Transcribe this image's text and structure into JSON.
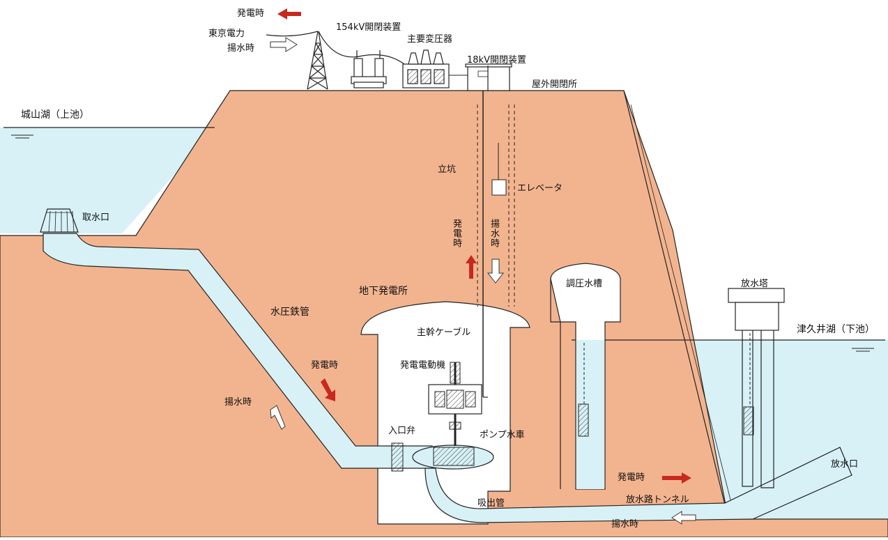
{
  "labels": {
    "hatsuden_top": "発電時",
    "tokyo_power": "東京電力",
    "yousui_top": "揚水時",
    "switchgear_154": "154kV開閉装置",
    "main_transformer": "主要変圧器",
    "switchgear_18": "18kV開閉装置",
    "outdoor_switchyard": "屋外開閉所",
    "upper_lake": "城山湖（上池）",
    "intake": "取水口",
    "shaft": "立坑",
    "elevator": "エレベータ",
    "hatsuden_shaft": "発電時",
    "yousui_shaft": "揚水時",
    "underground_plant": "地下発電所",
    "penstock": "水圧鉄管",
    "main_cable": "主幹ケーブル",
    "generator_motor": "発電電動機",
    "hatsuden_penstock": "発電時",
    "yousui_penstock": "揚水時",
    "inlet_valve": "入口弁",
    "pump_turbine": "ポンプ水車",
    "surge_tank": "調圧水槽",
    "outlet_tower": "放水塔",
    "lower_lake": "津久井湖（下池）",
    "outlet": "放水口",
    "hatsuden_tailrace": "発電時",
    "draft_tube": "吸出管",
    "tailrace_tunnel": "放水路トンネル",
    "yousui_tailrace": "揚水時"
  },
  "colors": {
    "ground": "#f2b48f",
    "water": "#d7f1f6",
    "line": "#222222",
    "arrow_generation": "#c8281e",
    "arrow_pumping": "#ffffff",
    "structure": "#ffffff"
  }
}
